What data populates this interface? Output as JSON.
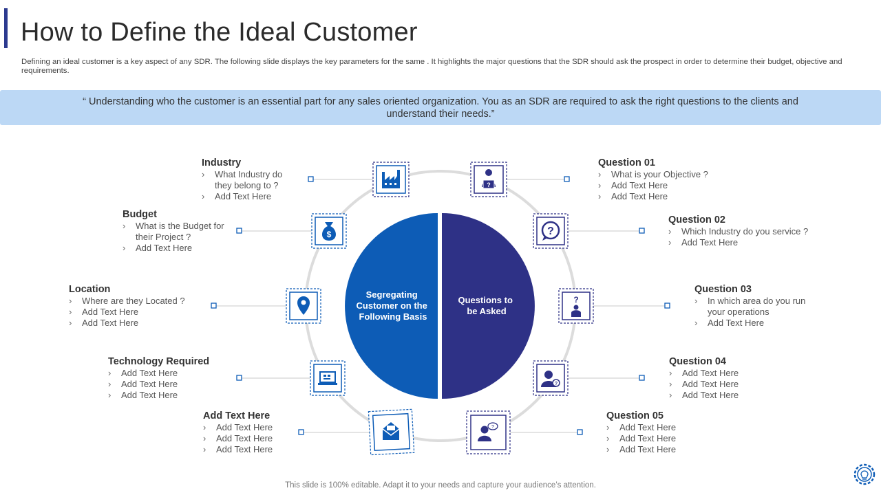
{
  "header": {
    "title": "How to Define the Ideal Customer",
    "description": "Defining an ideal customer is a key aspect of any SDR. The following slide displays the key parameters for the same . It highlights the major questions that the SDR should ask the prospect in order to determine their budget, objective and requirements."
  },
  "quote": "“ Understanding who the customer is an essential part for any sales oriented organization. You as an SDR are required to ask the right questions to the clients  and understand their needs.”",
  "center": {
    "left_label": [
      "Segregating",
      "Customer on the",
      "Following Basis"
    ],
    "right_label": [
      "Questions to",
      "be Asked"
    ],
    "left_color": "#0d5cb6",
    "right_color": "#2e3186"
  },
  "left_items": {
    "industry": {
      "heading": "Industry",
      "points": [
        "What Industry do they belong to ?",
        "Add Text Here"
      ]
    },
    "budget": {
      "heading": "Budget",
      "points": [
        "What is the Budget for their Project ?",
        "Add Text Here"
      ]
    },
    "location": {
      "heading": "Location",
      "points": [
        "Where are they Located ?",
        "Add Text Here",
        "Add Text Here"
      ]
    },
    "technology": {
      "heading": "Technology Required",
      "points": [
        "Add Text Here",
        "Add Text Here",
        "Add Text Here"
      ]
    },
    "other": {
      "heading": "Add Text Here",
      "points": [
        "Add Text Here",
        "Add Text Here",
        "Add Text Here"
      ]
    }
  },
  "right_items": {
    "q1": {
      "heading": "Question 01",
      "points": [
        "What is your Objective  ?",
        "Add Text Here",
        "Add Text Here"
      ]
    },
    "q2": {
      "heading": "Question 02",
      "points": [
        "Which Industry do you service  ?",
        "Add Text Here"
      ]
    },
    "q3": {
      "heading": "Question 03",
      "points": [
        "In which area do you run your operations",
        "Add Text Here"
      ]
    },
    "q4": {
      "heading": "Question 04",
      "points": [
        "Add Text Here",
        "Add Text  Here",
        "Add Text Here"
      ]
    },
    "q5": {
      "heading": "Question 05",
      "points": [
        "Add Text Here",
        "Add Text  Here",
        "Add Text Here"
      ]
    }
  },
  "icons": {
    "industry": "factory-icon",
    "budget": "money-bag-icon",
    "location": "location-pin-icon",
    "technology": "laptop-icon",
    "other": "envelope-icon",
    "q1": "person-computer-icon",
    "q2": "question-bubble-icon",
    "q3": "person-question-icon",
    "q4": "person-help-icon",
    "q5": "person-chat-icon",
    "logo": "lightbulb-gear-icon"
  },
  "footer": "This slide is 100% editable. Adapt it to your needs and capture your audience’s attention."
}
